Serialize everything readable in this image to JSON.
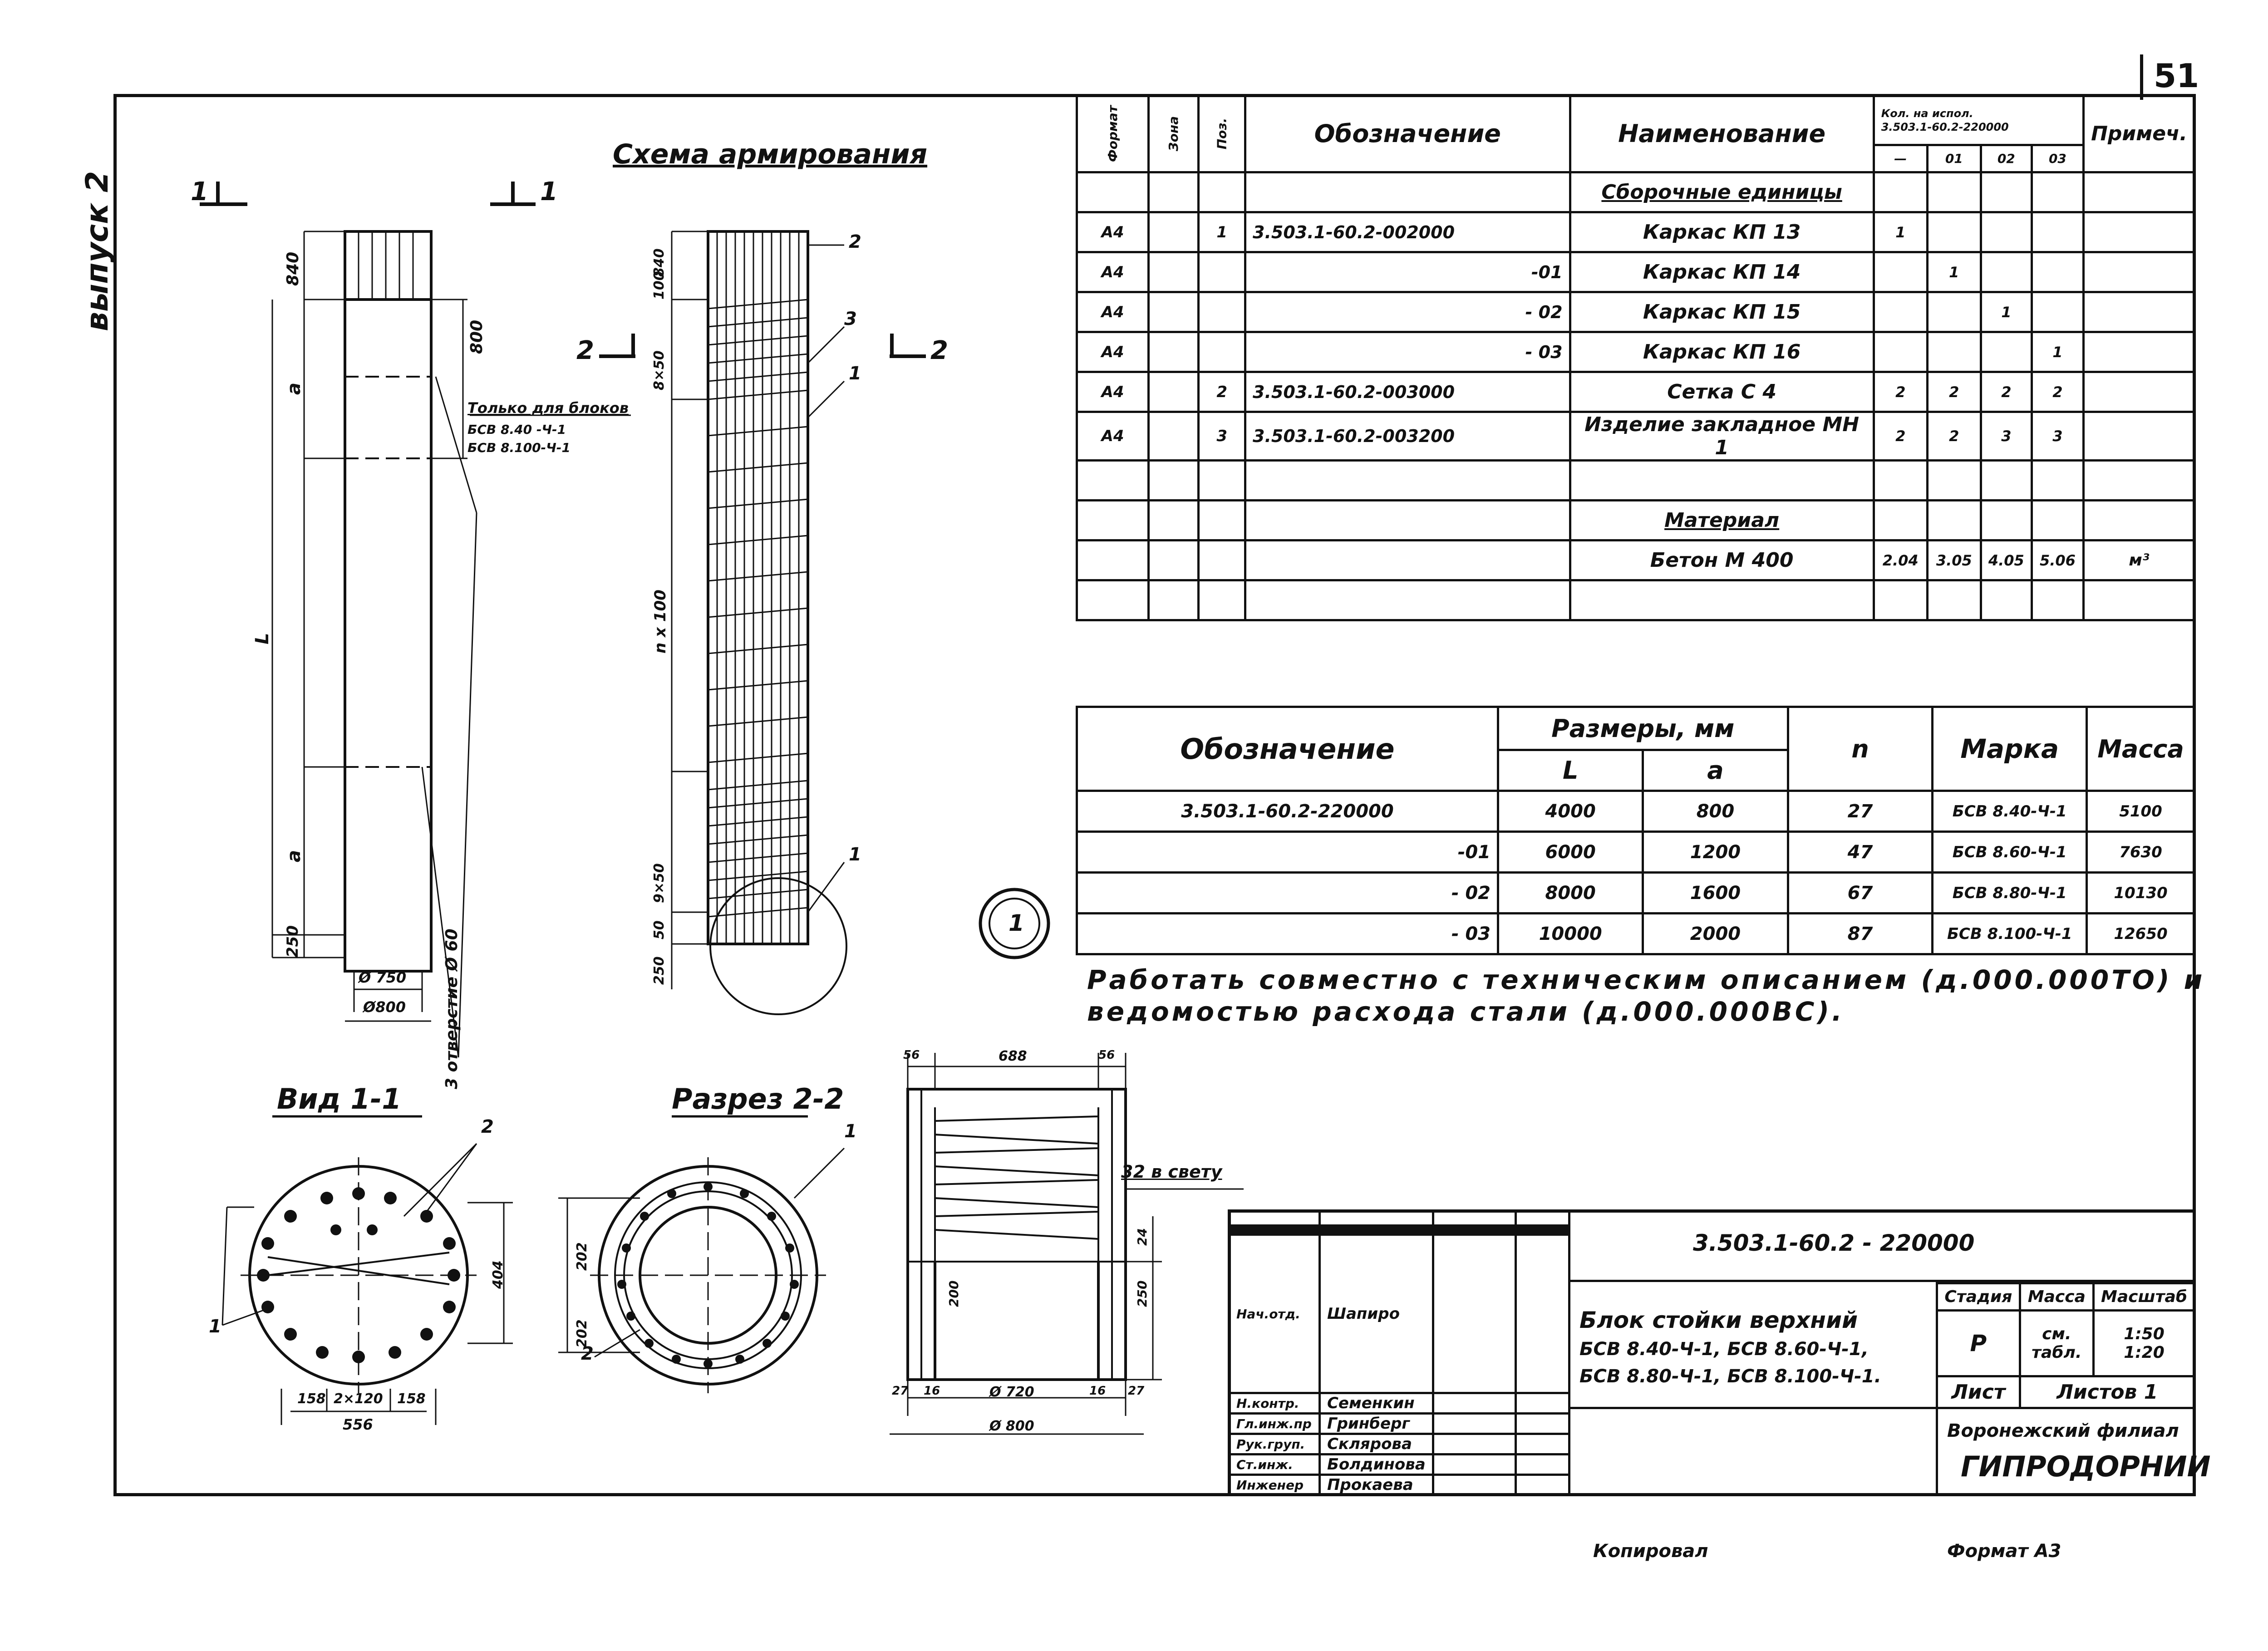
{
  "page": {
    "sheet_number": "51",
    "vypusk": "выпуск 2",
    "copied": "Копировал",
    "format": "Формат А3"
  },
  "drawings": {
    "scheme_title": "Схема армирования",
    "section_mark_1": "1",
    "section_mark_2": "2",
    "only_for_blocks_label": "Только для блоков",
    "only_for_blocks_1": "БСВ 8.40 -Ч-1",
    "only_for_blocks_2": "БСВ 8.100-Ч-1",
    "hole_label": "3 отверстие Ø 60",
    "dim_840": "840",
    "dim_800_top": "800",
    "dim_a": "а",
    "dim_L": "L",
    "dim_a2": "а",
    "dim_250": "250",
    "dim_d750": "Ø 750",
    "dim_d800": "Ø800",
    "r_dim_100": "100",
    "r_dim_840": "840",
    "r_dim_8x50": "8×50",
    "r_dim_nx100": "n x 100",
    "r_dim_9x50": "9×50",
    "r_dim_50": "50",
    "r_dim_250": "250",
    "r_pos_2": "2",
    "r_pos_3": "3",
    "r_pos_1a": "1",
    "r_pos_1b": "1",
    "callout": "1",
    "view_title": "Вид 1-1",
    "view_pos_2": "2",
    "view_pos_1": "1",
    "view_dim_404": "404",
    "view_dim_158a": "158",
    "view_dim_2x120": "2×120",
    "view_dim_158b": "158",
    "view_dim_556": "556",
    "section_title": "Разрез 2-2",
    "section_pos_1": "1",
    "section_pos_2": "2",
    "section_dim_202a": "202",
    "section_dim_202b": "202",
    "det_dim_56a": "56",
    "det_dim_688": "688",
    "det_dim_56b": "56",
    "det_dim_32": "32 в свету",
    "det_dim_24": "24",
    "det_dim_200": "200",
    "det_dim_250": "250",
    "det_dim_27a": "27",
    "det_dim_16a": "16",
    "det_dim_d720": "Ø 720",
    "det_dim_16b": "16",
    "det_dim_27b": "27",
    "det_dim_d800": "Ø 800"
  },
  "spec": {
    "header": {
      "format": "Формат",
      "zone": "Зона",
      "pos": "Поз.",
      "designation": "Обозначение",
      "name": "Наименование",
      "qty_exec": "Кол. на испол.",
      "qty_doc": "3.503.1-60.2-220000",
      "exec_dash": "—",
      "exec_01": "01",
      "exec_02": "02",
      "exec_03": "03",
      "note": "Примеч."
    },
    "rows": [
      {
        "fmt": "",
        "pos": "",
        "des": "",
        "name": "Сборочные единицы",
        "q0": "",
        "q1": "",
        "q2": "",
        "q3": "",
        "note": "",
        "heading": true
      },
      {
        "fmt": "А4",
        "pos": "1",
        "des": "3.503.1-60.2-002000",
        "name": "Каркас КП 13",
        "q0": "1",
        "q1": "",
        "q2": "",
        "q3": "",
        "note": ""
      },
      {
        "fmt": "А4",
        "pos": "",
        "des": "-01",
        "name": "Каркас КП 14",
        "q0": "",
        "q1": "1",
        "q2": "",
        "q3": "",
        "note": ""
      },
      {
        "fmt": "А4",
        "pos": "",
        "des": "- 02",
        "name": "Каркас КП 15",
        "q0": "",
        "q1": "",
        "q2": "1",
        "q3": "",
        "note": ""
      },
      {
        "fmt": "А4",
        "pos": "",
        "des": "- 03",
        "name": "Каркас КП 16",
        "q0": "",
        "q1": "",
        "q2": "",
        "q3": "1",
        "note": ""
      },
      {
        "fmt": "А4",
        "pos": "2",
        "des": "3.503.1-60.2-003000",
        "name": "Сетка С 4",
        "q0": "2",
        "q1": "2",
        "q2": "2",
        "q3": "2",
        "note": ""
      },
      {
        "fmt": "А4",
        "pos": "3",
        "des": "3.503.1-60.2-003200",
        "name": "Изделие закладное МН 1",
        "q0": "2",
        "q1": "2",
        "q2": "3",
        "q3": "3",
        "note": ""
      },
      {
        "fmt": "",
        "pos": "",
        "des": "",
        "name": "",
        "q0": "",
        "q1": "",
        "q2": "",
        "q3": "",
        "note": ""
      },
      {
        "fmt": "",
        "pos": "",
        "des": "",
        "name": "Материал",
        "q0": "",
        "q1": "",
        "q2": "",
        "q3": "",
        "note": "",
        "heading": true
      },
      {
        "fmt": "",
        "pos": "",
        "des": "",
        "name": "Бетон  М 400",
        "q0": "2.04",
        "q1": "3.05",
        "q2": "4.05",
        "q3": "5.06",
        "note": "м³"
      },
      {
        "fmt": "",
        "pos": "",
        "des": "",
        "name": "",
        "q0": "",
        "q1": "",
        "q2": "",
        "q3": "",
        "note": ""
      }
    ]
  },
  "sizes": {
    "header": {
      "designation": "Обозначение",
      "dims": "Размеры, мм",
      "L": "L",
      "a": "а",
      "n": "n",
      "mark": "Марка",
      "mass": "Масса"
    },
    "rows": [
      {
        "des": "3.503.1-60.2-220000",
        "L": "4000",
        "a": "800",
        "n": "27",
        "mark": "БСВ 8.40-Ч-1",
        "mass": "5100"
      },
      {
        "des": "-01",
        "L": "6000",
        "a": "1200",
        "n": "47",
        "mark": "БСВ 8.60-Ч-1",
        "mass": "7630"
      },
      {
        "des": "- 02",
        "L": "8000",
        "a": "1600",
        "n": "67",
        "mark": "БСВ 8.80-Ч-1",
        "mass": "10130"
      },
      {
        "des": "- 03",
        "L": "10000",
        "a": "2000",
        "n": "87",
        "mark": "БСВ 8.100-Ч-1",
        "mass": "12650"
      }
    ]
  },
  "note": {
    "line1": "Работать совместно с техническим описанием (д.000.000ТО) и",
    "line2": "ведомостью расхода стали (д.000.000ВС)."
  },
  "title_block": {
    "code": "3.503.1-60.2 - 220000",
    "name_line1": "Блок стойки верхний",
    "name_line2": "БСВ 8.40-Ч-1,  БСВ 8.60-Ч-1,",
    "name_line3": "БСВ 8.80-Ч-1,  БСВ 8.100-Ч-1.",
    "stage_label": "Стадия",
    "mass_label": "Масса",
    "scale_label": "Масштаб",
    "stage": "Р",
    "mass": "см. табл.",
    "scale_1": "1:50",
    "scale_2": "1:20",
    "sheet_label": "Лист",
    "sheets_label": "Листов 1",
    "org_1": "Воронежский филиал",
    "org_2": "ГИПРОДОРНИИ",
    "people": [
      {
        "role": "Нач.отд.",
        "name": "Шапиро"
      },
      {
        "role": "Н.контр.",
        "name": "Семенкин"
      },
      {
        "role": "Гл.инж.пр",
        "name": "Гринберг"
      },
      {
        "role": "Рук.груп.",
        "name": "Склярова"
      },
      {
        "role": "Ст.инж.",
        "name": "Болдинова"
      },
      {
        "role": "Инженер",
        "name": "Прокаева"
      }
    ]
  }
}
